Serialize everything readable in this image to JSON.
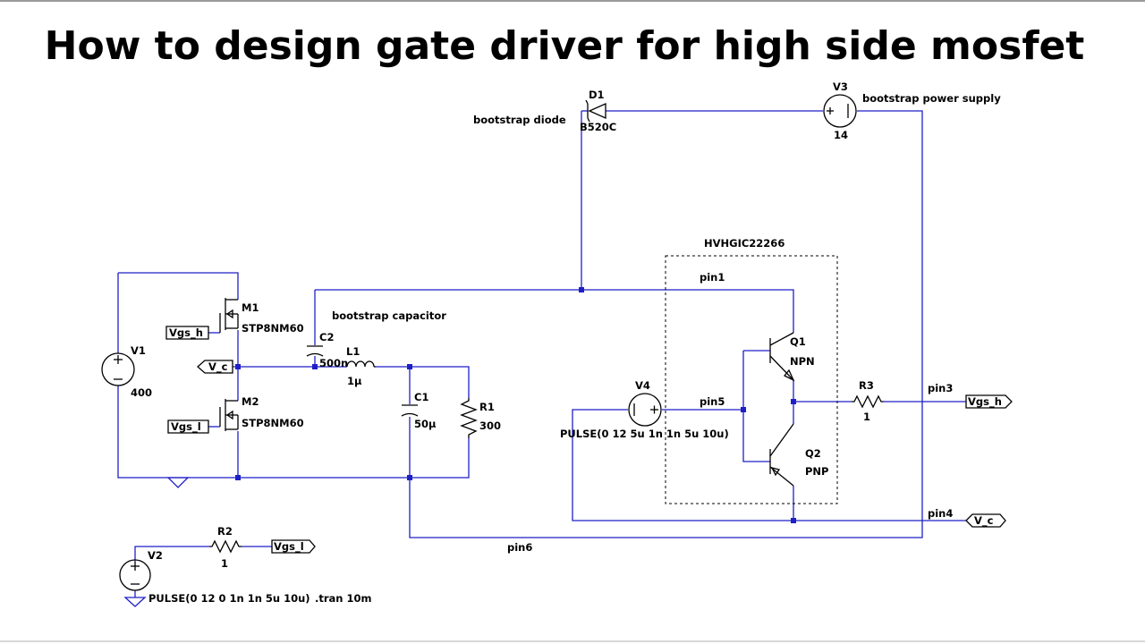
{
  "title": "How to design gate driver for high side mosfet",
  "components": {
    "d1": {
      "ref": "D1",
      "value": "B520C",
      "note": "bootstrap diode"
    },
    "v3": {
      "ref": "V3",
      "value": "14",
      "note": "bootstrap power supply"
    },
    "ic": {
      "name": "HVHGIC22266"
    },
    "m1": {
      "ref": "M1",
      "value": "STP8NM60"
    },
    "m2": {
      "ref": "M2",
      "value": "STP8NM60"
    },
    "v1": {
      "ref": "V1",
      "value": "400"
    },
    "c2": {
      "ref": "C2",
      "value": "500n",
      "note": "bootstrap capacitor"
    },
    "l1": {
      "ref": "L1",
      "value": "1µ"
    },
    "c1": {
      "ref": "C1",
      "value": "50µ"
    },
    "r1": {
      "ref": "R1",
      "value": "300"
    },
    "q1": {
      "ref": "Q1",
      "value": "NPN"
    },
    "q2": {
      "ref": "Q2",
      "value": "PNP"
    },
    "r3": {
      "ref": "R3",
      "value": "1"
    },
    "v4": {
      "ref": "V4",
      "value": "PULSE(0 12 5u 1n 1n 5u 10u)"
    },
    "r2": {
      "ref": "R2",
      "value": "1"
    },
    "v2": {
      "ref": "V2",
      "value": "PULSE(0 12 0 1n 1n 5u 10u)"
    }
  },
  "nets": {
    "pin1": "pin1",
    "pin3": "pin3",
    "pin4": "pin4",
    "pin5": "pin5",
    "pin6": "pin6",
    "vgs_h": "Vgs_h",
    "vgs_l": "Vgs_l",
    "v_c": "V_c"
  },
  "directive": ".tran 10m",
  "colors": {
    "wire": "#1f1fc8",
    "component": "#000000"
  }
}
